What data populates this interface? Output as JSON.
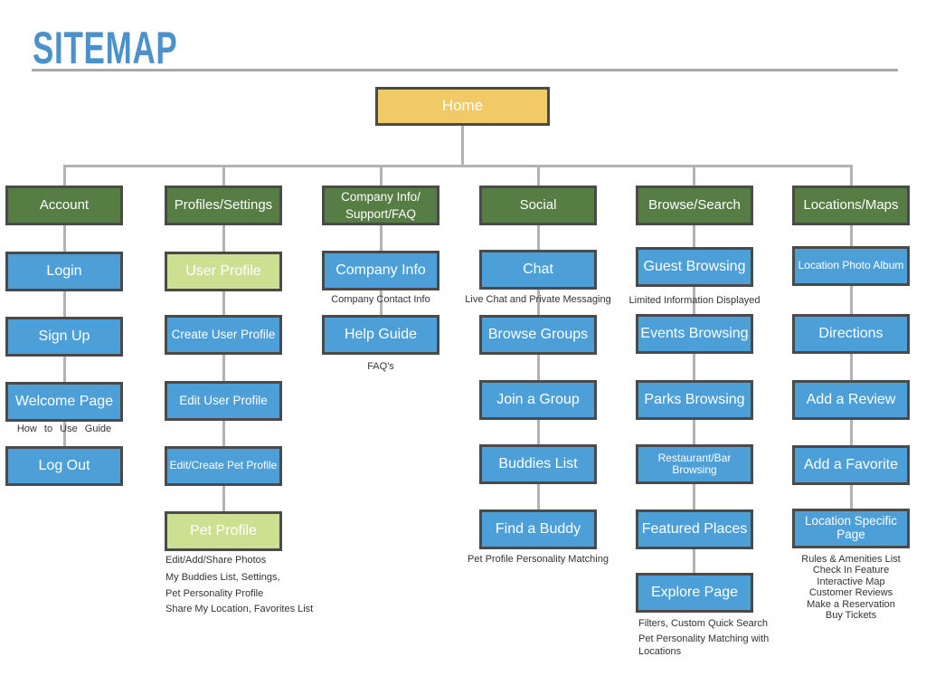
{
  "title": "SITEMAP",
  "colors": {
    "title_blue": "#4B92CC",
    "header_green": "#567E44",
    "node_blue": "#4D9FD8",
    "node_light_green": "#CDE092",
    "home_yellow": "#F1C967",
    "border_dark": "#4A4A4A",
    "connector_gray": "#B3B3B3"
  },
  "root": {
    "label": "Home"
  },
  "columns": [
    {
      "header": "Account",
      "children": [
        {
          "label": "Login"
        },
        {
          "label": "Sign Up"
        },
        {
          "label": "Welcome Page",
          "note": "How to Use Guide"
        },
        {
          "label": "Log Out"
        }
      ]
    },
    {
      "header": "Profiles/Settings",
      "children": [
        {
          "label": "User Profile"
        },
        {
          "label": "Create User Profile"
        },
        {
          "label": "Edit User Profile"
        },
        {
          "label": "Edit/Create Pet Profile"
        },
        {
          "label": "Pet Profile"
        }
      ],
      "footnotes": [
        "Edit/Add/Share Photos",
        "My Buddies List, Settings,",
        "Pet Personality Profile",
        "Share My Location, Favorites List"
      ]
    },
    {
      "header_lines": [
        "Company Info/",
        "Support/FAQ"
      ],
      "children": [
        {
          "label": "Company Info",
          "note": "Company Contact Info"
        },
        {
          "label": "Help Guide",
          "note": "FAQ's"
        }
      ]
    },
    {
      "header": "Social",
      "children": [
        {
          "label": "Chat",
          "note": "Live Chat and Private Messaging"
        },
        {
          "label": "Browse Groups"
        },
        {
          "label": "Join a Group"
        },
        {
          "label": "Buddies List"
        },
        {
          "label": "Find a Buddy",
          "note": "Pet Profile Personality Matching"
        }
      ]
    },
    {
      "header": "Browse/Search",
      "children": [
        {
          "label": "Guest Browsing",
          "note": "Limited Information Displayed"
        },
        {
          "label": "Events Browsing"
        },
        {
          "label": "Parks Browsing"
        },
        {
          "label": "Restaurant/Bar Browsing"
        },
        {
          "label": "Featured Places"
        },
        {
          "label": "Explore Page"
        }
      ],
      "footnotes": [
        "Filters, Custom Quick Search",
        "Pet Personality Matching with",
        "Locations"
      ]
    },
    {
      "header": "Locations/Maps",
      "children": [
        {
          "label": "Location Photo Album"
        },
        {
          "label": "Directions"
        },
        {
          "label": "Add a Review"
        },
        {
          "label": "Add a Favorite"
        },
        {
          "label": "Location Specific Page"
        }
      ],
      "footnotes": [
        "Rules & Amenities List",
        "Check In Feature",
        "Interactive Map",
        "Customer Reviews",
        "Make a Reservation",
        "Buy Tickets"
      ]
    }
  ]
}
